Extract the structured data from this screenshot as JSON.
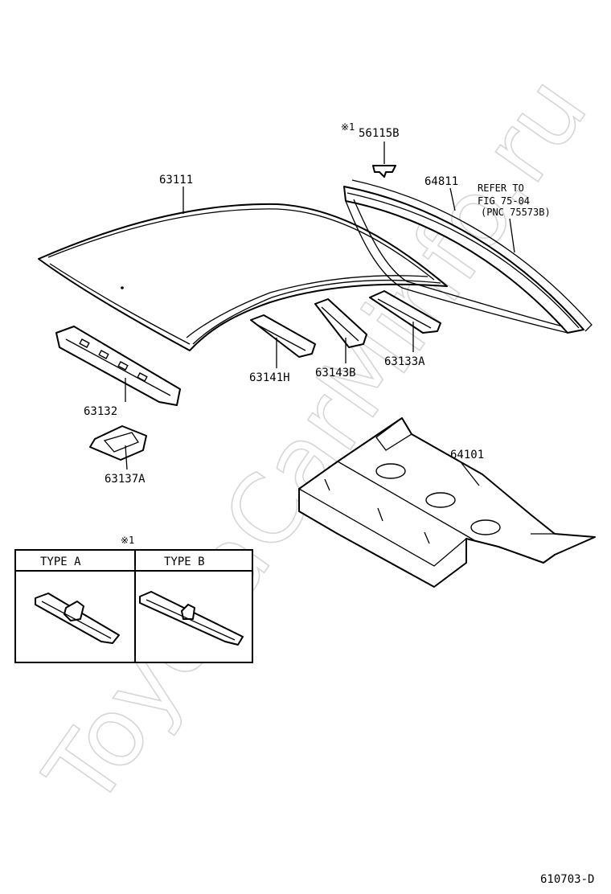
{
  "watermark": "ToyotaCarMinfo.ru",
  "part_labels": {
    "roof_panel": "63111",
    "clip": "56115B",
    "clip_marker": "※1",
    "back_window": "64811",
    "refer_line1": "REFER TO",
    "refer_line2": "FIG 75-04",
    "refer_line3": "(PNC 75573B)",
    "bow_1": "63141H",
    "bow_2": "63143B",
    "bow_3": "63133A",
    "front_header": "63132",
    "header_bracket": "63137A",
    "rear_floor": "64101"
  },
  "type_table": {
    "marker": "※1",
    "col_a": "TYPE A",
    "col_b": "TYPE B"
  },
  "figure_code": "610703-D"
}
